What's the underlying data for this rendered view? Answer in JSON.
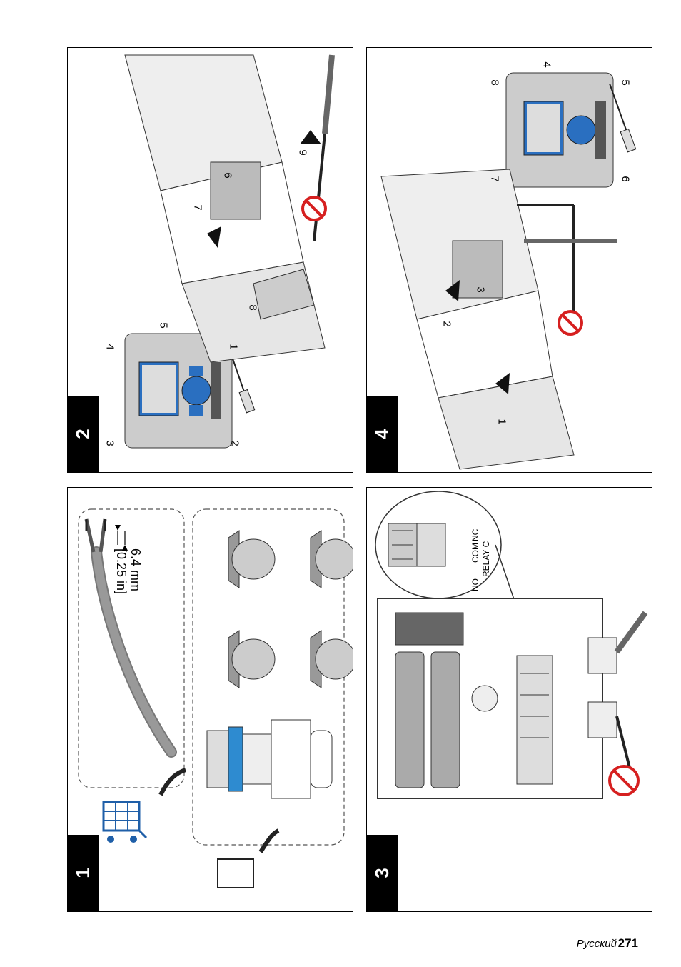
{
  "panels": [
    {
      "id": "1",
      "label": "1"
    },
    {
      "id": "2",
      "label": "2"
    },
    {
      "id": "3",
      "label": "3"
    },
    {
      "id": "4",
      "label": "4"
    }
  ],
  "panel1": {
    "strip_length_mm": "6.4 mm",
    "strip_length_in": "[0.25 in]",
    "icons": [
      "cart-icon",
      "cable-gland-icon",
      "plug-icon"
    ]
  },
  "panel2": {
    "callouts": [
      "1",
      "2",
      "3",
      "4",
      "5",
      "6",
      "7",
      "8",
      "9"
    ]
  },
  "panel3": {
    "relay_terminals": [
      "NO",
      "COM",
      "NC"
    ],
    "relay_name": "RELAY C"
  },
  "panel4": {
    "callouts": [
      "1",
      "2",
      "3",
      "4",
      "5",
      "6",
      "7",
      "8"
    ]
  },
  "footer": {
    "language": "Русский",
    "page_number": "271"
  },
  "colors": {
    "accent_blue": "#1f5fa8",
    "warning_red": "#d62020",
    "gland_blue": "#2e8bd0"
  }
}
